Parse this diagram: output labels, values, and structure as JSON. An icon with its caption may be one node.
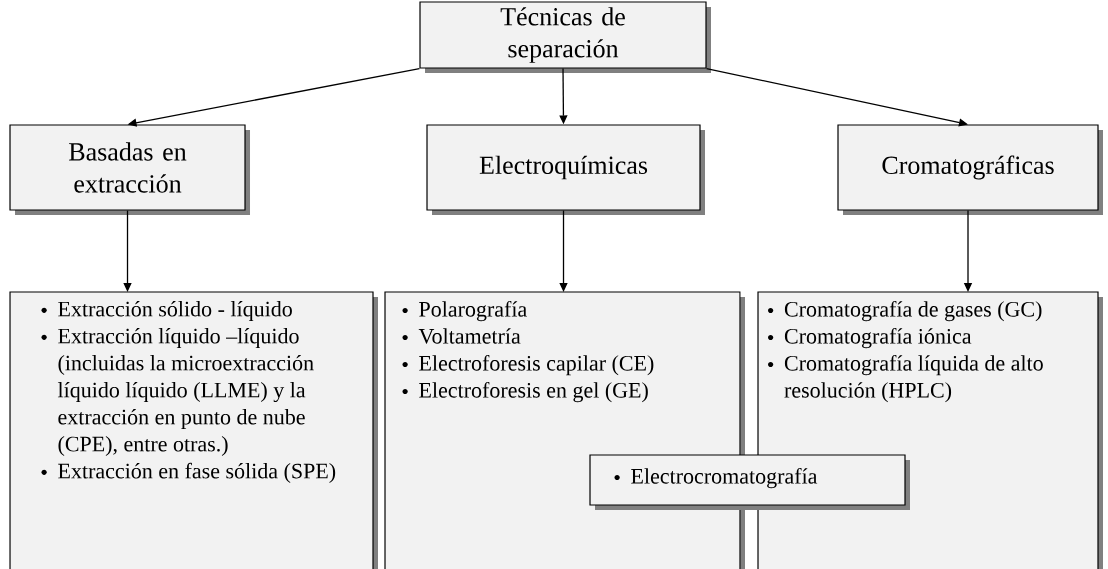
{
  "diagram": {
    "nodes": [
      {
        "text": [
          "Técnicas de separación"
        ]
      },
      {
        "text": [
          "Basadas en extracción"
        ]
      },
      {
        "text": [
          "Electroquímicas"
        ]
      },
      {
        "text": [
          "Cromatográficas"
        ]
      },
      {
        "text": [
          "Extracción sólido - líquido",
          "Extracción líquido –líquido (incluidas la microextracción líquido líquido (LLME) y la extracción en punto de nube (CPE), entre otras.)",
          "Extracción en fase sólida (SPE)"
        ]
      },
      {
        "text": [
          "Polarografía",
          "Voltametría",
          "Electroforesis capilar (CE)",
          "Electroforesis en gel (GE)"
        ]
      },
      {
        "text": [
          "Cromatografía de gases (GC)",
          "Cromatografía iónica",
          "Cromatografía líquida de alto resolución (HPLC)"
        ]
      },
      {
        "text": [
          "Electrocromatografía"
        ]
      }
    ],
    "edges": [
      {
        "from": 0,
        "to": 1,
        "arrow": "to"
      },
      {
        "from": 0,
        "to": 2,
        "arrow": "to"
      },
      {
        "from": 0,
        "to": 3,
        "arrow": "to"
      },
      {
        "from": 1,
        "to": 4,
        "arrow": "to"
      },
      {
        "from": 2,
        "to": 5,
        "arrow": "to"
      },
      {
        "from": 3,
        "to": 6,
        "arrow": "to"
      }
    ]
  }
}
